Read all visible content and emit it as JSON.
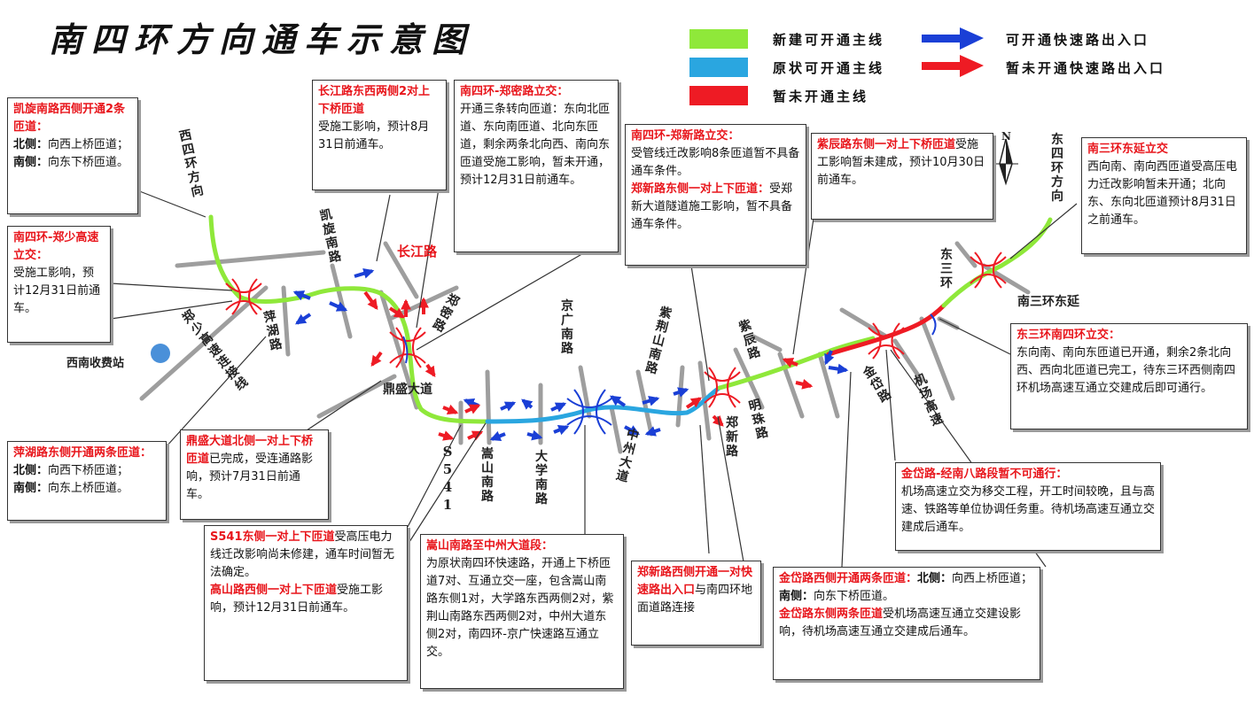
{
  "title": "南四环方向通车示意图",
  "colors": {
    "new_open": "#8fe83a",
    "existing_open": "#2aa6e0",
    "not_open": "#ee1b24",
    "arrow_open": "#1a3fd6",
    "arrow_closed": "#ee1b24",
    "road_gray": "#9e9e9e"
  },
  "legend": {
    "new_open": "新建可开通主线",
    "existing_open": "原状可开通主线",
    "not_open": "暂未开通主线",
    "ramp_open": "可开通快速路出入口",
    "ramp_closed": "暂未开通快速路出入口"
  },
  "compass": "N",
  "toll_station": "西南收费站",
  "roads": {
    "west_ring": "西四环方向",
    "east_ring": "东四环方向",
    "kaixuan": "凯旋南路",
    "changjiang": "长江路",
    "zhengshao": "郑少高速连接线",
    "pinghu": "萍湖路",
    "zhengmi": "郑密路",
    "dingsheng": "鼎盛大道",
    "s541": "S541",
    "songshan": "嵩山南路",
    "daxue": "大学南路",
    "jingguang": "京广南路",
    "zijingshan": "紫荆山南路",
    "zhongzhou": "中州大道",
    "zhengxin": "郑新路",
    "mingzhu": "明珠路",
    "zichen": "紫辰路",
    "jindai": "金岱路",
    "jichang": "机场高速",
    "east_third": "东三环",
    "south_third_ext": "南三环东延"
  },
  "callouts": {
    "kaixuan_west": {
      "head": "凯旋南路西侧开通2条匝道：",
      "north_label": "北侧：",
      "north_text": "向西上桥匝道；",
      "south_label": "南侧：",
      "south_text": "向东下桥匝道。"
    },
    "zhengshao": {
      "head": "南四环-郑少高速立交：",
      "body": "受施工影响，预计12月31日前通车。"
    },
    "pinghu_east": {
      "head": "萍湖路东侧开通两条匝道：",
      "north_label": "北侧：",
      "north_text": "向西下桥匝道；",
      "south_label": "南侧：",
      "south_text": "向东上桥匝道。"
    },
    "changjiang": {
      "head": "长江路东西两侧2对上下桥匝道",
      "body": "受施工影响，预计8月31日前通车。"
    },
    "zhengmi": {
      "head": "南四环-郑密路立交：",
      "body": "开通三条转向匝道：东向北匝道、东向南匝道、北向东匝道，剩余两条北向西、南向东匝道受施工影响，暂未开通，预计12月31日前通车。"
    },
    "dingsheng": {
      "head": "鼎盛大道北侧一对上下桥匝道",
      "body": "已完成，受连通路影响，预计7月31日前通车。"
    },
    "s541_songshan": {
      "head1": "S541东侧一对上下匝道",
      "body1": "受高压电力线迁改影响尚未修建，通车时间暂无法确定。",
      "head2": "高山路西侧一对上下匝道",
      "body2": "受施工影响，预计12月31日前通车。"
    },
    "songshan_zhongzhou": {
      "head": "嵩山南路至中州大道段：",
      "body": "为原状南四环快速路，开通上下桥匝道7对、互通立交一座，包含嵩山南路东侧1对，大学路东西两侧2对，紫荆山南路东西两侧2对，中州大道东侧2对，南四环-京广快速路互通立交。"
    },
    "zhengxin_interchange": {
      "head1": "南四环-郑新路立交：",
      "body1": "受管线迁改影响8条匝道暂不具备通车条件。",
      "head2": "郑新路东侧一对上下匝道：",
      "body2": "受郑新大道隧道施工影响，暂不具备通车条件。"
    },
    "zhengxin_west": {
      "head": "郑新路西侧开通一对快速路出入口",
      "body": "与南四环地面道路连接"
    },
    "zichen": {
      "head": "紫辰路东侧一对上下桥匝道",
      "body": "受施工影响暂未建成，预计10月30日前通车。"
    },
    "south_third_east": {
      "head": "南三环东延立交",
      "body": "西向南、南向西匝道受高压电力迁改影响暂未开通；北向东、东向北匝道预计8月31日之前通车。"
    },
    "east_third": {
      "head": "东三环南四环立交：",
      "body": "东向南、南向东匝道已开通，剩余2条北向西、西向北匝道已完工，待东三环西侧南四环机场高速互通立交建成后即可通行。"
    },
    "jindai_nanba": {
      "head": "金岱路-经南八路段暂不可通行：",
      "body": "机场高速立交为移交工程，开工时间较晚，且与高速、铁路等单位协调任务重。待机场高速互通立交建成后通车。"
    },
    "jindai_ramps": {
      "head1": "金岱路西侧开通两条匝道：",
      "north_label": "北侧：",
      "north_text": "向西上桥匝道；",
      "south_label": "南侧：",
      "south_text": "向东下桥匝道。",
      "head2": "金岱路东侧两条匝道",
      "body2": "受机场高速互通立交建设影响，待机场高速互通立交建成后通车。"
    }
  }
}
